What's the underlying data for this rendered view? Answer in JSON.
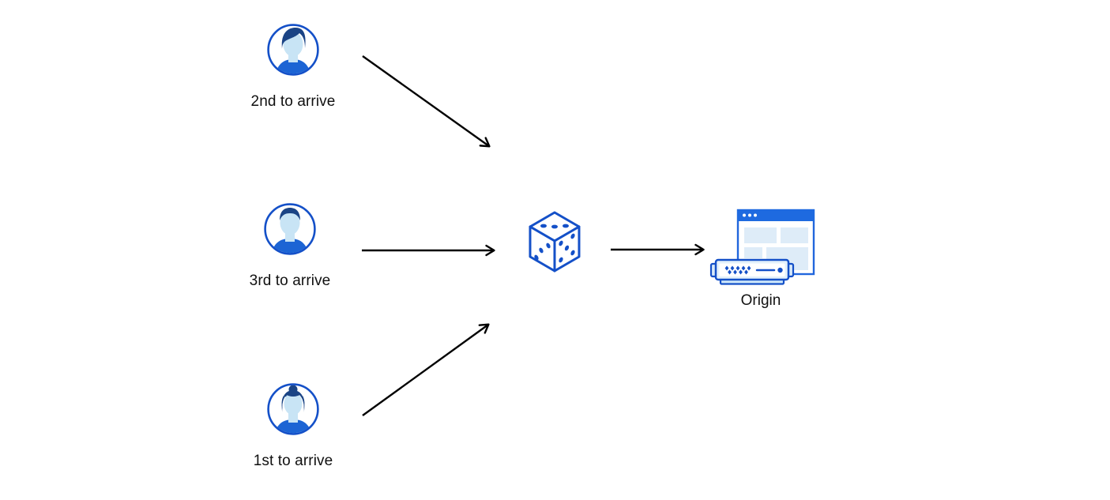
{
  "diagram": {
    "title": "random-steering-diagram",
    "background": "#ffffff",
    "colors": {
      "primary_blue": "#1450c8",
      "titlebar_blue": "#1e6ae0",
      "shirt_blue": "#1c64d4",
      "hair_navy": "#1b4485",
      "face_light_blue": "#c8e4f5",
      "panel_light_blue": "#deecf8",
      "server_fill_blue": "#d8eaf9",
      "arrow_black": "#000000",
      "label_text": "#101010"
    },
    "nodes": [
      {
        "id": "user-2nd",
        "label": "2nd to arrive",
        "icon": "user-avatar-swept-hair-icon"
      },
      {
        "id": "user-3rd",
        "label": "3rd to arrive",
        "icon": "user-avatar-short-hair-icon"
      },
      {
        "id": "user-1st",
        "label": "1st to arrive",
        "icon": "user-avatar-bun-hair-icon"
      },
      {
        "id": "random-picker",
        "label": "",
        "icon": "dice-icon"
      },
      {
        "id": "origin",
        "label": "Origin",
        "icon": "origin-server-browser-icon"
      }
    ],
    "edges": [
      {
        "from": "user-2nd",
        "to": "random-picker"
      },
      {
        "from": "user-3rd",
        "to": "random-picker"
      },
      {
        "from": "user-1st",
        "to": "random-picker"
      },
      {
        "from": "random-picker",
        "to": "origin"
      }
    ]
  }
}
